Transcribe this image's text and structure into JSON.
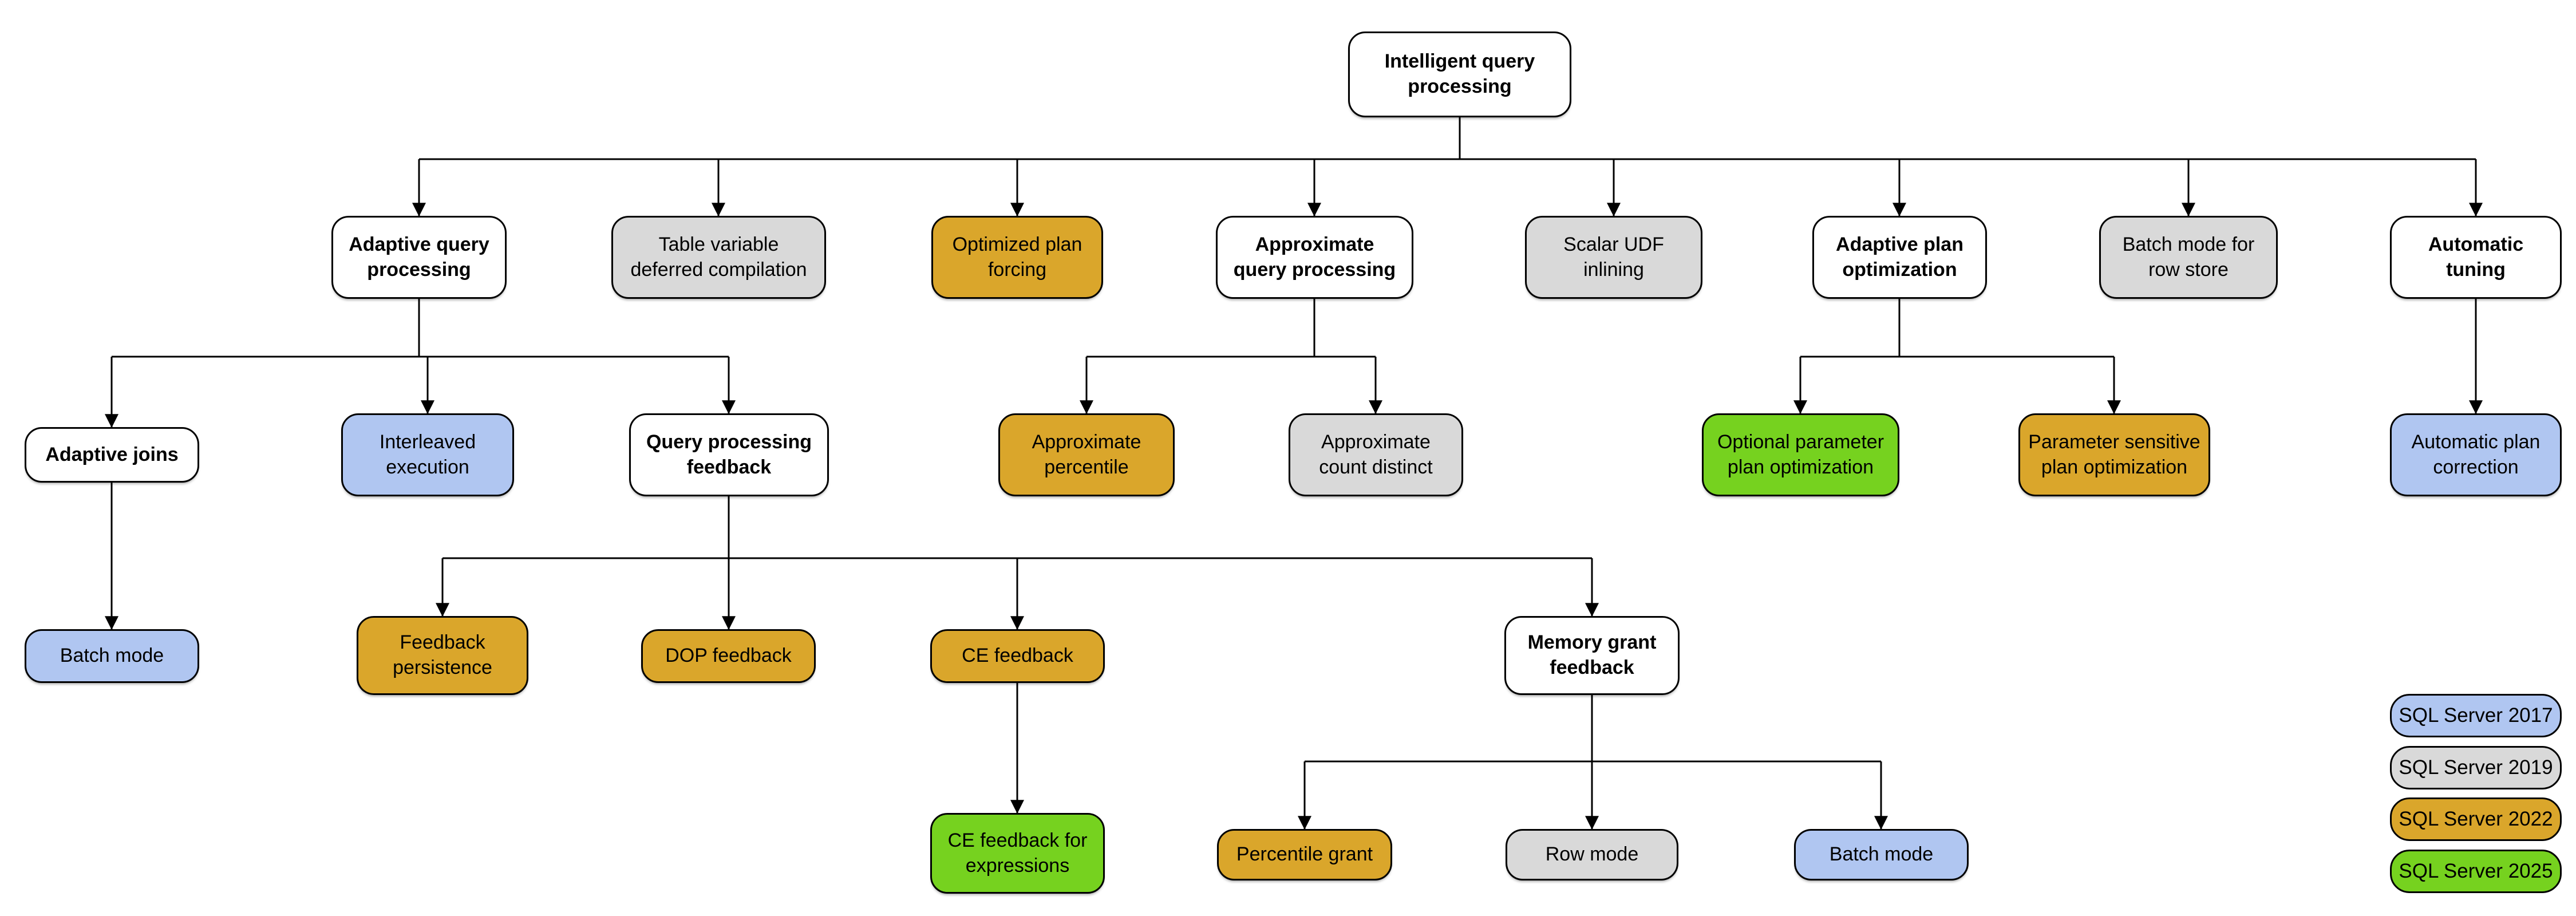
{
  "diagram": {
    "nodes": {
      "root": {
        "label": "Intelligent query\nprocessing",
        "category": "group"
      },
      "adaptive_qp": {
        "label": "Adaptive query\nprocessing",
        "category": "group"
      },
      "table_variable": {
        "label": "Table variable\ndeferred compilation",
        "category": "SQL Server 2019"
      },
      "optimized_plan_forcing": {
        "label": "Optimized plan\nforcing",
        "category": "SQL Server 2022"
      },
      "approx_qp": {
        "label": "Approximate\nquery processing",
        "category": "group"
      },
      "scalar_udf": {
        "label": "Scalar UDF\ninlining",
        "category": "SQL Server 2019"
      },
      "adaptive_plan_opt": {
        "label": "Adaptive plan\noptimization",
        "category": "group"
      },
      "batch_mode_row_store": {
        "label": "Batch mode for\nrow store",
        "category": "SQL Server 2019"
      },
      "automatic_tuning": {
        "label": "Automatic\ntuning",
        "category": "group"
      },
      "adaptive_joins": {
        "label": "Adaptive joins",
        "category": "group"
      },
      "interleaved_execution": {
        "label": "Interleaved\nexecution",
        "category": "SQL Server 2017"
      },
      "qp_feedback": {
        "label": "Query processing\nfeedback",
        "category": "group"
      },
      "approx_percentile": {
        "label": "Approximate\npercentile",
        "category": "SQL Server 2022"
      },
      "approx_count_distinct": {
        "label": "Approximate\ncount distinct",
        "category": "SQL Server 2019"
      },
      "optional_param": {
        "label": "Optional parameter\nplan optimization",
        "category": "SQL Server 2025"
      },
      "param_sensitive": {
        "label": "Parameter sensitive\nplan optimization",
        "category": "SQL Server 2022"
      },
      "auto_plan_correction": {
        "label": "Automatic plan\ncorrection",
        "category": "SQL Server 2017"
      },
      "batch_mode_adaptive_joins": {
        "label": "Batch mode",
        "category": "SQL Server 2017"
      },
      "feedback_persistence": {
        "label": "Feedback\npersistence",
        "category": "SQL Server 2022"
      },
      "dop_feedback": {
        "label": "DOP feedback",
        "category": "SQL Server 2022"
      },
      "ce_feedback": {
        "label": "CE feedback",
        "category": "SQL Server 2022"
      },
      "memory_grant_feedback": {
        "label": "Memory grant\nfeedback",
        "category": "group"
      },
      "ce_feedback_expressions": {
        "label": "CE feedback for\nexpressions",
        "category": "SQL Server 2025"
      },
      "percentile_grant": {
        "label": "Percentile grant",
        "category": "SQL Server 2022"
      },
      "row_mode": {
        "label": "Row mode",
        "category": "SQL Server 2019"
      },
      "batch_mode_memory_grant": {
        "label": "Batch mode",
        "category": "SQL Server 2017"
      }
    },
    "edges": [
      [
        "root",
        "adaptive_qp"
      ],
      [
        "root",
        "table_variable"
      ],
      [
        "root",
        "optimized_plan_forcing"
      ],
      [
        "root",
        "approx_qp"
      ],
      [
        "root",
        "scalar_udf"
      ],
      [
        "root",
        "adaptive_plan_opt"
      ],
      [
        "root",
        "batch_mode_row_store"
      ],
      [
        "root",
        "automatic_tuning"
      ],
      [
        "adaptive_qp",
        "adaptive_joins"
      ],
      [
        "adaptive_qp",
        "interleaved_execution"
      ],
      [
        "adaptive_qp",
        "qp_feedback"
      ],
      [
        "approx_qp",
        "approx_percentile"
      ],
      [
        "approx_qp",
        "approx_count_distinct"
      ],
      [
        "adaptive_plan_opt",
        "optional_param"
      ],
      [
        "adaptive_plan_opt",
        "param_sensitive"
      ],
      [
        "automatic_tuning",
        "auto_plan_correction"
      ],
      [
        "adaptive_joins",
        "batch_mode_adaptive_joins"
      ],
      [
        "qp_feedback",
        "feedback_persistence"
      ],
      [
        "qp_feedback",
        "dop_feedback"
      ],
      [
        "qp_feedback",
        "ce_feedback"
      ],
      [
        "qp_feedback",
        "memory_grant_feedback"
      ],
      [
        "ce_feedback",
        "ce_feedback_expressions"
      ],
      [
        "memory_grant_feedback",
        "percentile_grant"
      ],
      [
        "memory_grant_feedback",
        "row_mode"
      ],
      [
        "memory_grant_feedback",
        "batch_mode_memory_grant"
      ]
    ]
  },
  "legend": {
    "items": [
      {
        "label": "SQL Server 2017",
        "color": "#B0C6F1"
      },
      {
        "label": "SQL Server 2019",
        "color": "#D9D9D9"
      },
      {
        "label": "SQL Server 2022",
        "color": "#DAA62B"
      },
      {
        "label": "SQL Server 2025",
        "color": "#76D21F"
      }
    ]
  },
  "colors": {
    "group_fill": "#FFFFFF",
    "border": "#000000",
    "connector": "#000000",
    "background": "#FFFFFF"
  }
}
